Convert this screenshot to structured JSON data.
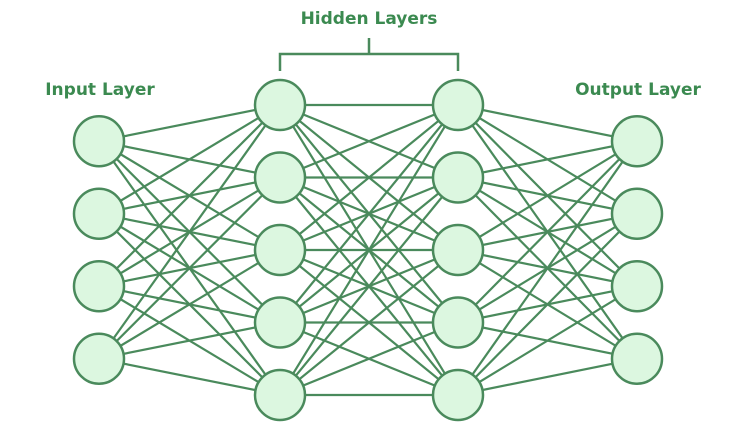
{
  "labels": {
    "input": "Input Layer",
    "hidden": "Hidden Layers",
    "output": "Output Layer"
  },
  "network": {
    "layers": [
      {
        "name": "input",
        "nodes": 4
      },
      {
        "name": "hidden-1",
        "nodes": 5
      },
      {
        "name": "hidden-2",
        "nodes": 5
      },
      {
        "name": "output",
        "nodes": 4
      }
    ],
    "fully_connected": true
  },
  "colors": {
    "stroke": "#4a8a5c",
    "node_fill": "#dcf7e0",
    "text": "#3b8a50"
  }
}
